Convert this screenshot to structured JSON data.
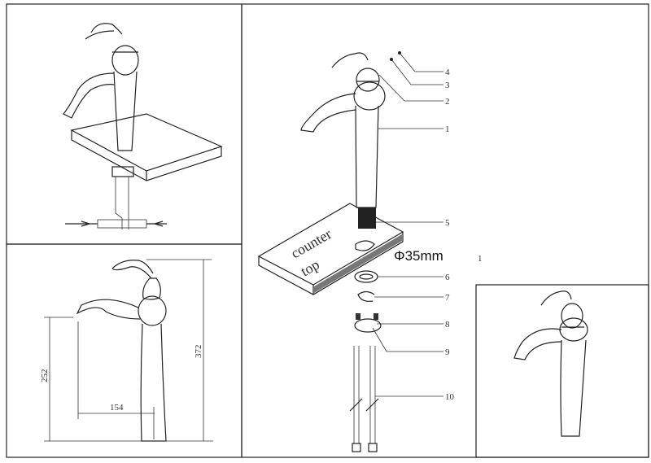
{
  "parts": [
    "1",
    "2",
    "3",
    "4",
    "5",
    "6",
    "7",
    "8",
    "9",
    "10"
  ],
  "countertop": {
    "line1": "counter",
    "line2": "top"
  },
  "hole_diameter": "Φ35mm",
  "stray_mark": "1",
  "dimensions": {
    "height": "372",
    "spout_height": "252",
    "spout_reach": "154"
  }
}
